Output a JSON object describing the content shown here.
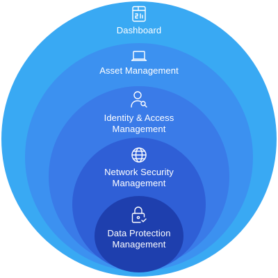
{
  "colors": {
    "outer": "#39a9f3",
    "ring2": "#3c91f0",
    "ring3": "#3a7be8",
    "ring4": "#2f5fd6",
    "inner": "#1e3fae",
    "text": "#ffffff"
  },
  "layers": [
    {
      "label": "Dashboard",
      "icon": "dashboard-icon"
    },
    {
      "label": "Asset Management",
      "icon": "laptop-icon"
    },
    {
      "label": "Identity & Access\nManagement",
      "icon": "user-key-icon"
    },
    {
      "label": "Network Security\nManagement",
      "icon": "globe-icon"
    },
    {
      "label": "Data Protection\nManagement",
      "icon": "lock-check-icon"
    }
  ]
}
